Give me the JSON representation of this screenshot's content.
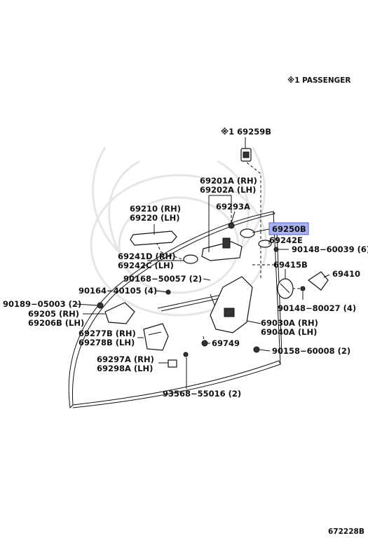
{
  "header": {
    "note": "※1 PASSENGER"
  },
  "footer": {
    "code": "672228B"
  },
  "labels": {
    "p69259b": "※1 69259B",
    "p69201a": "69201A (RH)",
    "p69202a": "69202A (LH)",
    "p69293a": "69293A",
    "p69210": "69210 (RH)",
    "p69220": "69220 (LH)",
    "p69250b": "69250B",
    "p69242e": "69242E",
    "p90148_60039": "90148−60039 (6)",
    "p69241d": "69241D (RH)",
    "p69242c": "69242C (LH)",
    "p69415b": "69415B",
    "p69410": "69410",
    "p90168": "90168−50057 (2)",
    "p90164": "90164−40105 (4)",
    "p90148_80027": "90148−80027 (4)",
    "p90189": "90189−05003 (2)",
    "p69205": "69205 (RH)",
    "p69206b": "69206B (LH)",
    "p69030a": "69030A (RH)",
    "p69040a": "69040A (LH)",
    "p69277b": "69277B (RH)",
    "p69278b": "69278B (LH)",
    "p69749": "69749",
    "p90158": "90158−60008 (2)",
    "p69297a": "69297A (RH)",
    "p69298a": "69298A (LH)",
    "p93568": "93568−55016 (2)"
  },
  "highlight_color": "#aab3ee"
}
